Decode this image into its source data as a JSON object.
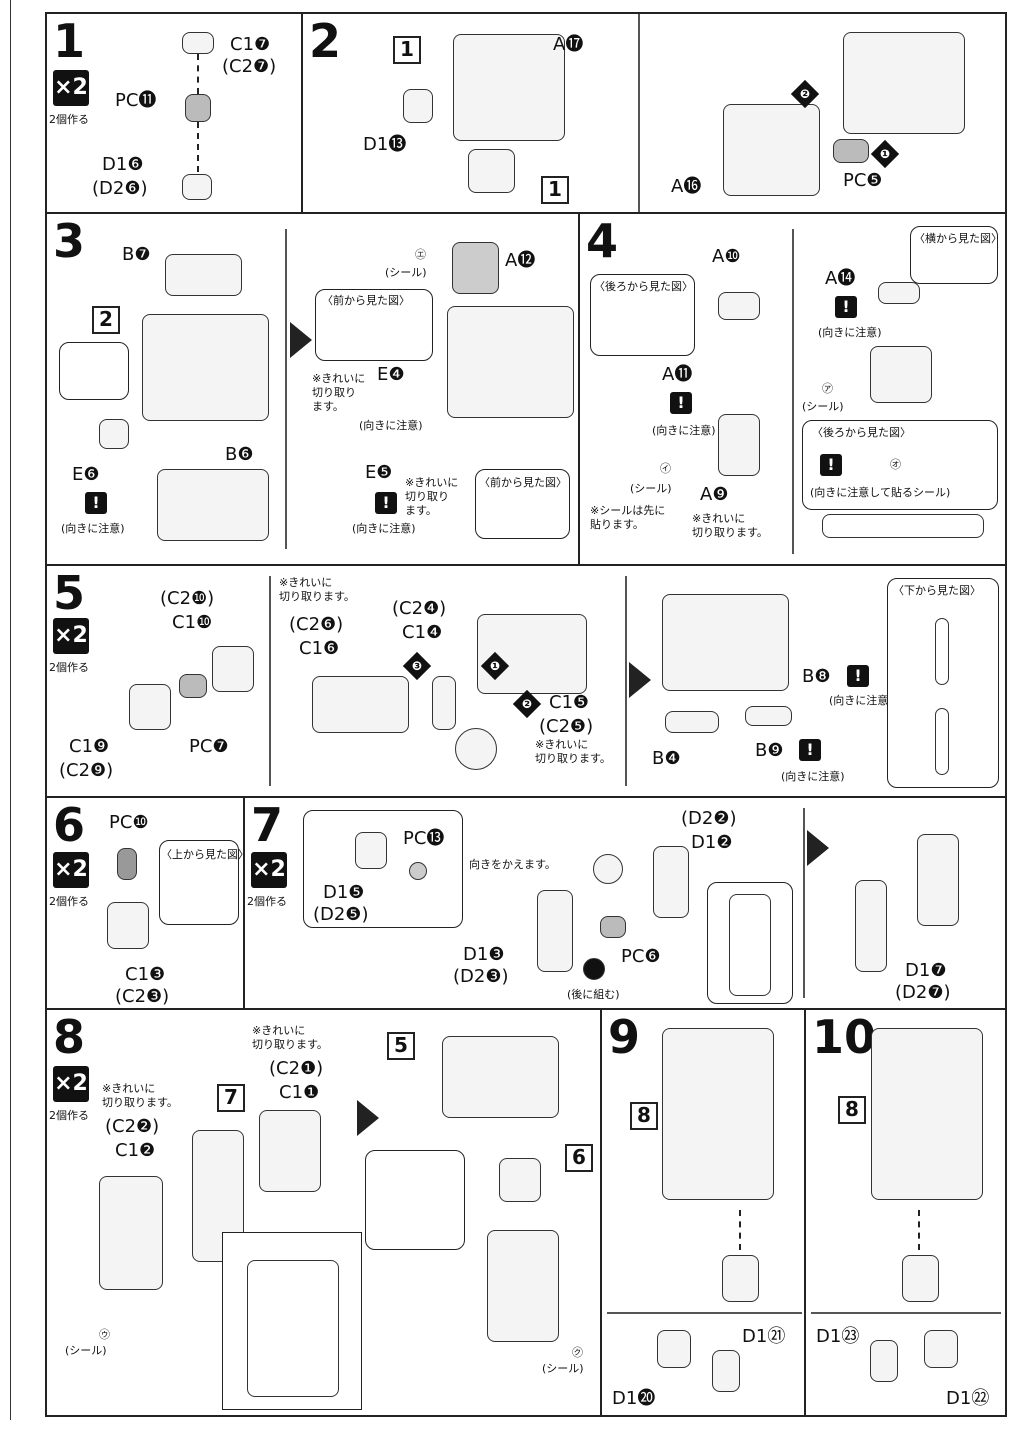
{
  "multiplier": "×2",
  "make_two": "2個作る",
  "steps": {
    "s1": {
      "num": "1",
      "labels": [
        "C1❼",
        "(C2❼)",
        "PC⓫",
        "D1❻",
        "(D2❻)"
      ]
    },
    "s2": {
      "num": "2",
      "labels": [
        "A⓱",
        "D1⓭",
        "A⓰",
        "PC❺"
      ],
      "boxes": [
        "1",
        "1"
      ],
      "order": [
        "❷",
        "❶"
      ]
    },
    "s3": {
      "num": "3",
      "labels": [
        "B❼",
        "B❻",
        "E❻",
        "A⓬",
        "E❹",
        "E❺"
      ],
      "box": "2",
      "front_view": "〈前から見た図〉",
      "sticker": "(シール)",
      "sticker_mark": "㋓",
      "cut_clean": "※きれいに\n切り取り\nます。",
      "mind_direction": "(向きに注意)"
    },
    "s4": {
      "num": "4",
      "labels": [
        "A❿",
        "A⓫",
        "A❾",
        "A⓮"
      ],
      "back_view": "〈後ろから見た図〉",
      "side_view": "〈横から見た図〉",
      "sticker": "(シール)",
      "sticker_first": "※シールは先に\n貼ります。",
      "cut_clean": "※きれいに\n切り取ります。",
      "mind_direction": "(向きに注意)",
      "mind_sticker": "(向きに注意して貼るシール)",
      "marks": [
        "㋑",
        "㋐",
        "㋔"
      ]
    },
    "s5": {
      "num": "5",
      "labels": [
        "(C2❿)",
        "C1❿",
        "C1❾",
        "(C2❾)",
        "PC❼",
        "(C2❻)",
        "C1❻",
        "(C2❹)",
        "C1❹",
        "C1❺",
        "(C2❺)",
        "B❽",
        "B❹",
        "B❾"
      ],
      "cut_clean": "※きれいに\n切り取ります。",
      "bottom_view": "〈下から見た図〉",
      "mind_direction": "(向きに注意)",
      "order": [
        "❸",
        "❶",
        "❷"
      ]
    },
    "s6": {
      "num": "6",
      "labels": [
        "PC❿",
        "C1❸",
        "(C2❸)"
      ],
      "top_view": "〈上から見た図〉"
    },
    "s7": {
      "num": "7",
      "labels": [
        "PC⓭",
        "D1❺",
        "(D2❺)",
        "(D2❷)",
        "D1❷",
        "D1❸",
        "(D2❸)",
        "PC❻",
        "D1❼",
        "(D2❼)"
      ],
      "turn": "向きをかえます。",
      "later": "(後に組む)"
    },
    "s8": {
      "num": "8",
      "labels": [
        "(C2❶)",
        "C1❶",
        "(C2❷)",
        "C1❷",
        "7"
      ],
      "cut_clean": "※きれいに\n切り取ります。",
      "sticker": "(シール)",
      "sticker_mark": "㋒",
      "box5": "5",
      "box6": "6",
      "mark_k": "㋗"
    },
    "s9": {
      "num": "9",
      "box": "8",
      "labels": [
        "D1⓴",
        "D1㉑"
      ]
    },
    "s10": {
      "num": "10",
      "box": "8",
      "labels": [
        "D1㉓",
        "D1㉒"
      ]
    }
  }
}
